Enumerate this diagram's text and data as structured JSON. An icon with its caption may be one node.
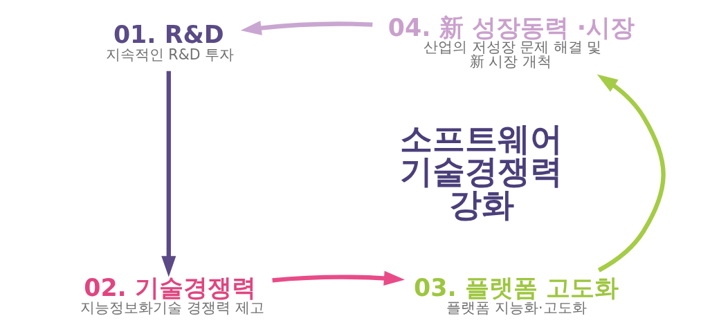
{
  "diagram": {
    "nodes": [
      {
        "text": [
          "01. R&D",
          "지속적인 R&D 투자"
        ]
      },
      {
        "text": [
          "04. 新 성장동력 ·시장",
          "산업의 저성장 문제 해결 및 新 시장 개척"
        ]
      },
      {
        "text": [
          "소프트웨어 기술경쟁력 강화"
        ]
      },
      {
        "text": [
          "02. 기술경쟁력",
          "지능정보화기술 경쟁력 제고"
        ]
      },
      {
        "text": [
          "03. 플랫폼 고도화",
          "플랫폼 지능화·고도화"
        ]
      }
    ],
    "edges": [
      {
        "from": 0,
        "to": 3,
        "arrow": "to",
        "color": "#5b4a85"
      },
      {
        "from": 3,
        "to": 4,
        "arrow": "to",
        "color": "#e84c88"
      },
      {
        "from": 4,
        "to": 1,
        "arrow": "to",
        "color": "#a5cc46"
      },
      {
        "from": 1,
        "to": 0,
        "arrow": "to",
        "color": "#c9a6d1"
      }
    ]
  }
}
